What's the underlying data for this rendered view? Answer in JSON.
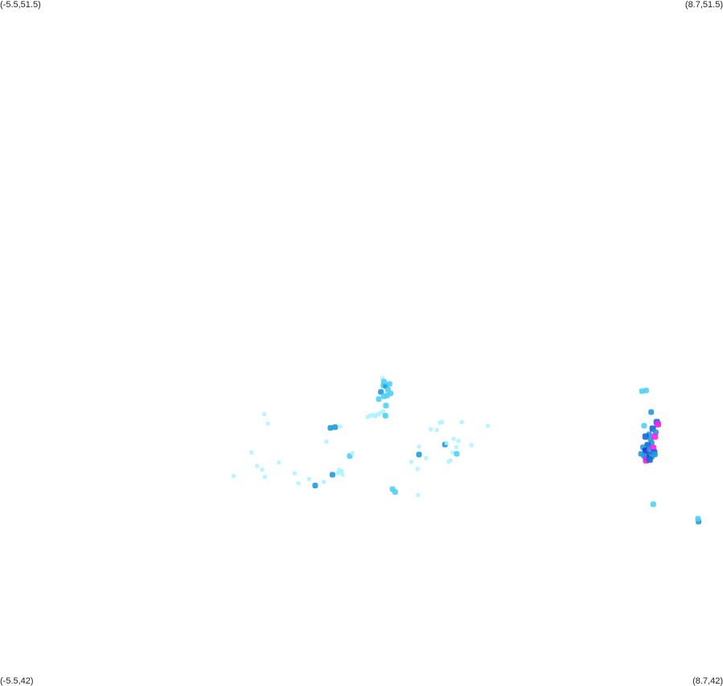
{
  "bounds": {
    "lon_min": -5.5,
    "lon_max": 8.7,
    "lat_min": 42,
    "lat_max": 51.5
  },
  "corners": {
    "top_left": "(-5.5,51.5)",
    "top_right": "(8.7,51.5)",
    "bottom_left": "(-5.5,42)",
    "bottom_right": "(8.7,42)"
  },
  "colors": {
    "background": "#ffffff",
    "pale": "#a8f5ff",
    "light": "#4fd0f5",
    "medium": "#1e9be0",
    "dark": "#1468d4",
    "deep": "#2a2ad8",
    "magenta": "#ff1fe6"
  },
  "chart_data": {
    "type": "scatter",
    "points": [
      {
        "lon": -0.91,
        "lat": 44.89,
        "c": "pale"
      },
      {
        "lon": -0.56,
        "lat": 45.22,
        "c": "pale"
      },
      {
        "lon": -0.45,
        "lat": 45.03,
        "c": "pale"
      },
      {
        "lon": -0.35,
        "lat": 44.98,
        "c": "pale"
      },
      {
        "lon": -0.3,
        "lat": 44.88,
        "c": "pale"
      },
      {
        "lon": -0.31,
        "lat": 45.75,
        "c": "pale"
      },
      {
        "lon": -0.24,
        "lat": 45.62,
        "c": "pale"
      },
      {
        "lon": -0.02,
        "lat": 45.08,
        "c": "pale"
      },
      {
        "lon": 0.29,
        "lat": 44.93,
        "c": "pale"
      },
      {
        "lon": 0.36,
        "lat": 44.79,
        "c": "pale"
      },
      {
        "lon": 0.57,
        "lat": 44.85,
        "c": "pale"
      },
      {
        "lon": 0.69,
        "lat": 44.76,
        "c": "medium"
      },
      {
        "lon": 0.86,
        "lat": 44.81,
        "c": "pale"
      },
      {
        "lon": 0.91,
        "lat": 45.37,
        "c": "pale"
      },
      {
        "lon": 0.99,
        "lat": 45.56,
        "c": "medium"
      },
      {
        "lon": 1.03,
        "lat": 44.91,
        "c": "medium"
      },
      {
        "lon": 1.08,
        "lat": 45.57,
        "c": "medium"
      },
      {
        "lon": 1.13,
        "lat": 44.93,
        "c": "pale"
      },
      {
        "lon": 1.16,
        "lat": 44.98,
        "c": "pale"
      },
      {
        "lon": 1.18,
        "lat": 45.58,
        "c": "pale"
      },
      {
        "lon": 1.19,
        "lat": 44.94,
        "c": "pale"
      },
      {
        "lon": 1.21,
        "lat": 44.96,
        "c": "pale"
      },
      {
        "lon": 1.23,
        "lat": 44.91,
        "c": "pale"
      },
      {
        "lon": 1.37,
        "lat": 45.17,
        "c": "light"
      },
      {
        "lon": 1.42,
        "lat": 45.21,
        "c": "pale"
      },
      {
        "lon": 1.72,
        "lat": 45.71,
        "c": "pale"
      },
      {
        "lon": 1.77,
        "lat": 45.73,
        "c": "pale"
      },
      {
        "lon": 1.82,
        "lat": 45.74,
        "c": "pale"
      },
      {
        "lon": 1.87,
        "lat": 45.72,
        "c": "pale"
      },
      {
        "lon": 1.93,
        "lat": 45.75,
        "c": "pale"
      },
      {
        "lon": 1.98,
        "lat": 45.77,
        "c": "pale"
      },
      {
        "lon": 2.03,
        "lat": 45.79,
        "c": "pale"
      },
      {
        "lon": 1.88,
        "lat": 45.74,
        "c": "pale"
      },
      {
        "lon": 2.07,
        "lat": 45.73,
        "c": "light"
      },
      {
        "lon": 1.94,
        "lat": 45.96,
        "c": "light"
      },
      {
        "lon": 2.08,
        "lat": 45.87,
        "c": "light"
      },
      {
        "lon": 1.98,
        "lat": 46.06,
        "c": "medium"
      },
      {
        "lon": 2.04,
        "lat": 46.0,
        "c": "light"
      },
      {
        "lon": 2.1,
        "lat": 46.01,
        "c": "light"
      },
      {
        "lon": 2.03,
        "lat": 46.15,
        "c": "light"
      },
      {
        "lon": 2.08,
        "lat": 46.14,
        "c": "medium"
      },
      {
        "lon": 2.12,
        "lat": 46.09,
        "c": "light"
      },
      {
        "lon": 2.01,
        "lat": 46.25,
        "c": "pale"
      },
      {
        "lon": 2.04,
        "lat": 46.2,
        "c": "light"
      },
      {
        "lon": 2.17,
        "lat": 46.04,
        "c": "light"
      },
      {
        "lon": 2.15,
        "lat": 46.17,
        "c": "light"
      },
      {
        "lon": 2.21,
        "lat": 44.71,
        "c": "light"
      },
      {
        "lon": 2.26,
        "lat": 44.67,
        "c": "light"
      },
      {
        "lon": 2.58,
        "lat": 45.09,
        "c": "pale"
      },
      {
        "lon": 2.7,
        "lat": 44.99,
        "c": "pale"
      },
      {
        "lon": 2.73,
        "lat": 45.3,
        "c": "pale"
      },
      {
        "lon": 2.73,
        "lat": 45.19,
        "c": "medium"
      },
      {
        "lon": 2.71,
        "lat": 44.63,
        "c": "pale"
      },
      {
        "lon": 2.87,
        "lat": 45.14,
        "c": "pale"
      },
      {
        "lon": 2.96,
        "lat": 45.54,
        "c": "pale"
      },
      {
        "lon": 3.08,
        "lat": 45.53,
        "c": "pale"
      },
      {
        "lon": 3.14,
        "lat": 45.63,
        "c": "pale"
      },
      {
        "lon": 3.18,
        "lat": 45.64,
        "c": "pale"
      },
      {
        "lon": 3.24,
        "lat": 45.33,
        "c": "medium"
      },
      {
        "lon": 3.27,
        "lat": 45.35,
        "c": "pale"
      },
      {
        "lon": 3.31,
        "lat": 45.09,
        "c": "pale"
      },
      {
        "lon": 3.35,
        "lat": 45.11,
        "c": "pale"
      },
      {
        "lon": 3.39,
        "lat": 45.22,
        "c": "pale"
      },
      {
        "lon": 3.41,
        "lat": 45.41,
        "c": "pale"
      },
      {
        "lon": 3.46,
        "lat": 45.29,
        "c": "pale"
      },
      {
        "lon": 3.47,
        "lat": 45.2,
        "c": "light"
      },
      {
        "lon": 3.5,
        "lat": 45.38,
        "c": "pale"
      },
      {
        "lon": 3.57,
        "lat": 45.64,
        "c": "pale"
      },
      {
        "lon": 3.76,
        "lat": 45.32,
        "c": "pale"
      },
      {
        "lon": 4.08,
        "lat": 45.59,
        "c": "pale"
      },
      {
        "lon": 7.11,
        "lat": 46.07,
        "c": "light"
      },
      {
        "lon": 7.19,
        "lat": 46.08,
        "c": "light"
      },
      {
        "lon": 7.29,
        "lat": 45.78,
        "c": "medium"
      },
      {
        "lon": 7.15,
        "lat": 45.59,
        "c": "light"
      },
      {
        "lon": 7.4,
        "lat": 45.64,
        "c": "dark"
      },
      {
        "lon": 7.42,
        "lat": 45.61,
        "c": "magenta"
      },
      {
        "lon": 7.32,
        "lat": 45.55,
        "c": "dark"
      },
      {
        "lon": 7.38,
        "lat": 45.5,
        "c": "medium"
      },
      {
        "lon": 7.25,
        "lat": 45.47,
        "c": "medium"
      },
      {
        "lon": 7.18,
        "lat": 45.44,
        "c": "dark"
      },
      {
        "lon": 7.28,
        "lat": 45.4,
        "c": "medium"
      },
      {
        "lon": 7.36,
        "lat": 45.44,
        "c": "magenta"
      },
      {
        "lon": 7.3,
        "lat": 45.35,
        "c": "medium"
      },
      {
        "lon": 7.22,
        "lat": 45.32,
        "c": "dark"
      },
      {
        "lon": 7.13,
        "lat": 45.29,
        "c": "medium"
      },
      {
        "lon": 7.18,
        "lat": 45.24,
        "c": "deep"
      },
      {
        "lon": 7.26,
        "lat": 45.26,
        "c": "medium"
      },
      {
        "lon": 7.33,
        "lat": 45.28,
        "c": "magenta"
      },
      {
        "lon": 7.35,
        "lat": 45.22,
        "c": "dark"
      },
      {
        "lon": 7.24,
        "lat": 45.18,
        "c": "dark"
      },
      {
        "lon": 7.2,
        "lat": 45.14,
        "c": "deep"
      },
      {
        "lon": 7.3,
        "lat": 45.16,
        "c": "medium"
      },
      {
        "lon": 7.36,
        "lat": 45.19,
        "c": "medium"
      },
      {
        "lon": 7.09,
        "lat": 45.2,
        "c": "medium"
      },
      {
        "lon": 7.15,
        "lat": 45.17,
        "c": "medium"
      },
      {
        "lon": 7.19,
        "lat": 45.11,
        "c": "magenta"
      },
      {
        "lon": 7.26,
        "lat": 45.12,
        "c": "dark"
      },
      {
        "lon": 7.33,
        "lat": 44.5,
        "c": "light"
      },
      {
        "lon": 8.22,
        "lat": 44.26,
        "c": "medium"
      },
      {
        "lon": 8.21,
        "lat": 44.3,
        "c": "light"
      }
    ]
  }
}
